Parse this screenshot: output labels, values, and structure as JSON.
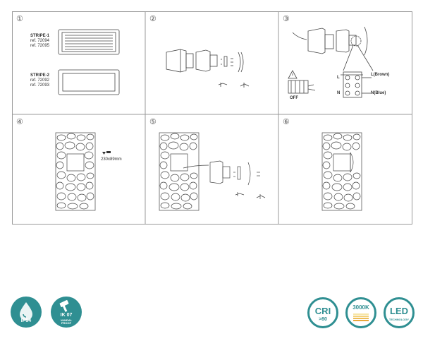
{
  "steps": {
    "s1": {
      "num": "①",
      "stripe1_title": "STRIPE-1",
      "stripe1_ref1": "ref. 72094",
      "stripe1_ref2": "ref. 72095",
      "stripe2_title": "STRIPE-2",
      "stripe2_ref1": "ref. 72092",
      "stripe2_ref2": "ref. 72093"
    },
    "s2": {
      "num": "②"
    },
    "s3": {
      "num": "③",
      "off_label": "OFF",
      "l_label": "L",
      "n_label": "N",
      "brown_label": "L(Brown)",
      "blue_label": "N(Blue)"
    },
    "s4": {
      "num": "④",
      "dimension": "230x89mm"
    },
    "s5": {
      "num": "⑤"
    },
    "s6": {
      "num": "⑥"
    }
  },
  "badges": {
    "ip": "IP54",
    "ik_line1": "IK 07",
    "ik_line2": "VANDAL",
    "ik_line3": "PROOF",
    "cri": "CRI",
    "cri_value": ">80",
    "cct": "3000K",
    "led": "LED",
    "led_sub": "TECHNOLOGY"
  },
  "colors": {
    "brand": "#2f8f92",
    "line": "#888888"
  }
}
